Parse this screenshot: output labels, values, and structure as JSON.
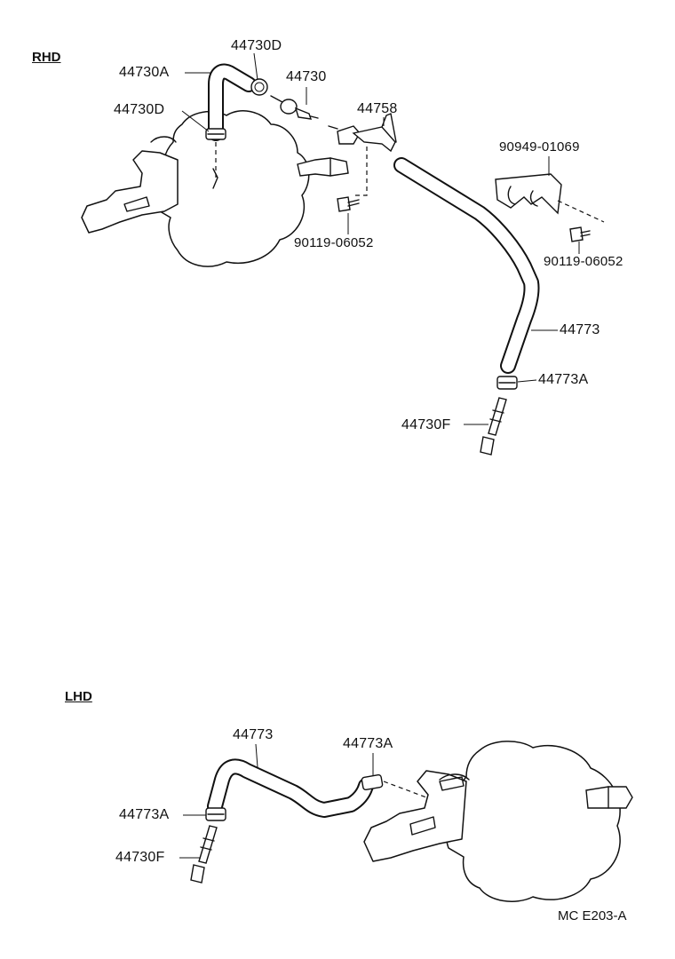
{
  "sections": {
    "rhd": "RHD",
    "lhd": "LHD"
  },
  "rhd_parts": {
    "p44730D_top": "44730D",
    "p44730A": "44730A",
    "p44730": "44730",
    "p44730D_left": "44730D",
    "p44758": "44758",
    "p90949": "90949-01069",
    "p90119_mid": "90119-06052",
    "p90119_right": "90119-06052",
    "p44773": "44773",
    "p44773A": "44773A",
    "p44730F": "44730F"
  },
  "lhd_parts": {
    "p44773": "44773",
    "p44773A_top": "44773A",
    "p44773A_left": "44773A",
    "p44730F": "44730F"
  },
  "footer": {
    "code": "MC E203-A"
  }
}
